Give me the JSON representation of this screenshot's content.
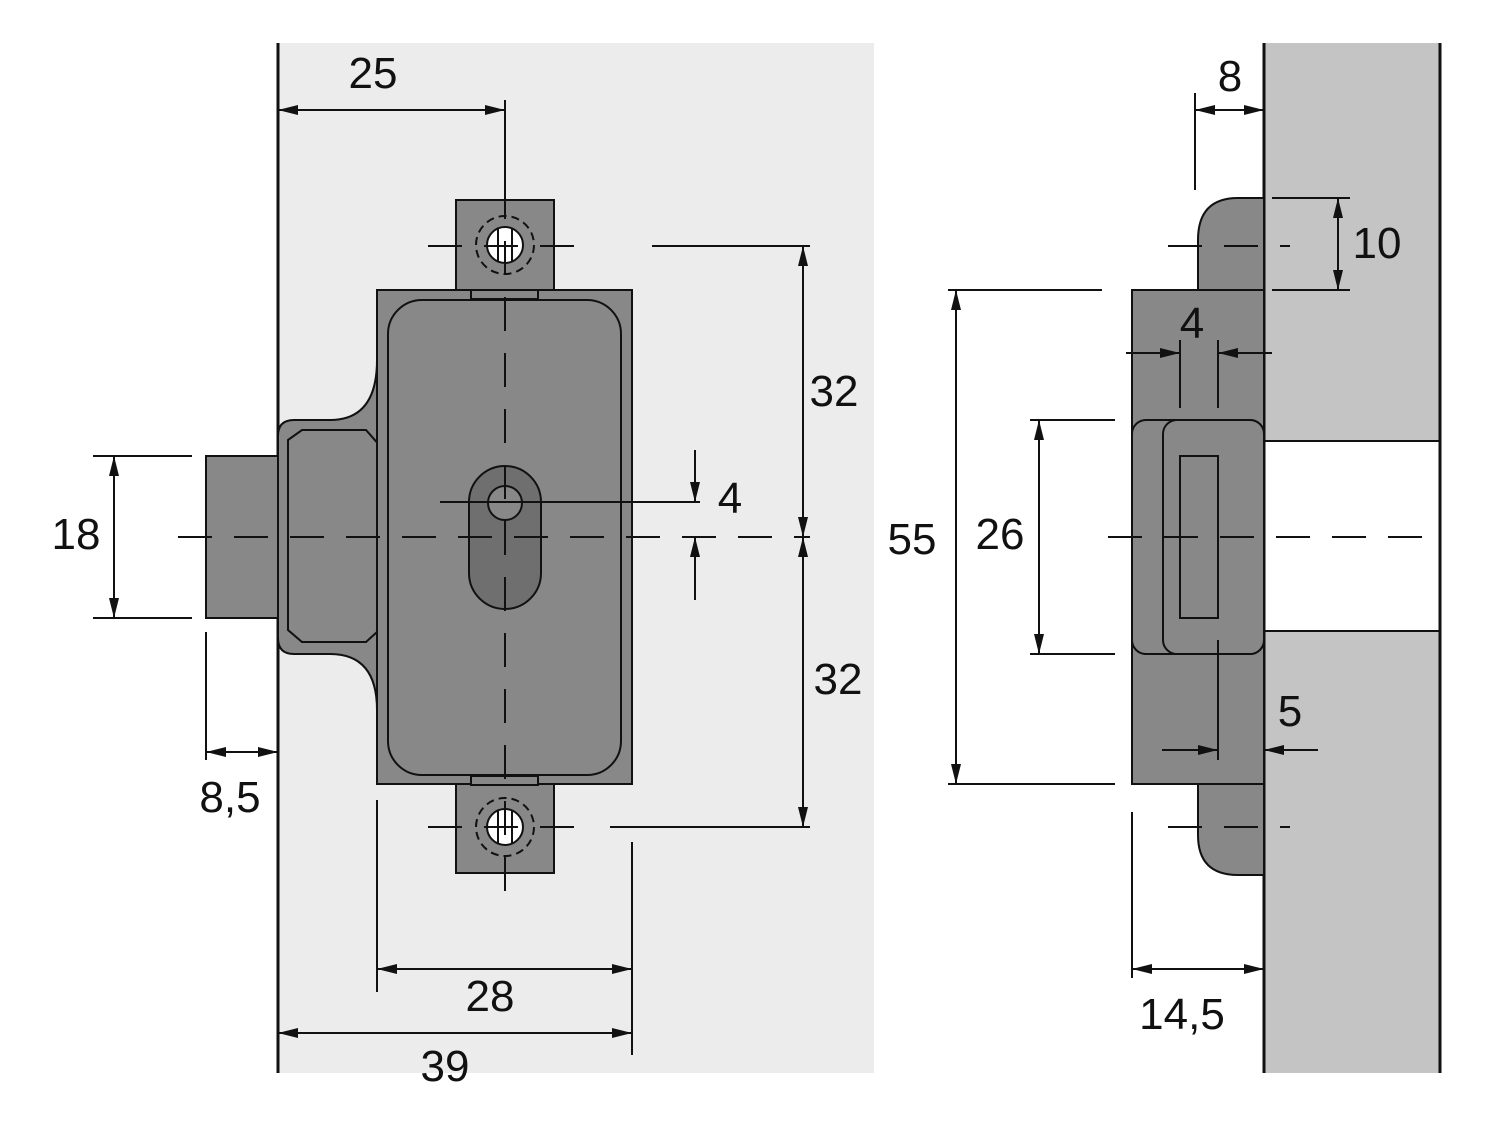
{
  "colors": {
    "background": "#ffffff",
    "door_panel": "#ececec",
    "side_panel": "#c4c4c4",
    "lock_body": "#888888",
    "cylinder_slot": "#6f6f6f",
    "line": "#111111"
  },
  "front_view": {
    "dimensions": {
      "backset": "25",
      "hole_upper": "32",
      "hole_lower": "32",
      "bolt_height": "18",
      "keyhole_offset": "4",
      "bolt_throw": "8,5",
      "body_width": "28",
      "overall_width": "39"
    }
  },
  "side_view": {
    "dimensions": {
      "flange": "8",
      "flange_height": "10",
      "bolt_depth": "4",
      "body_height": "55",
      "bolt_height": "26",
      "bolt_gap": "5",
      "overall_depth": "14,5"
    }
  }
}
